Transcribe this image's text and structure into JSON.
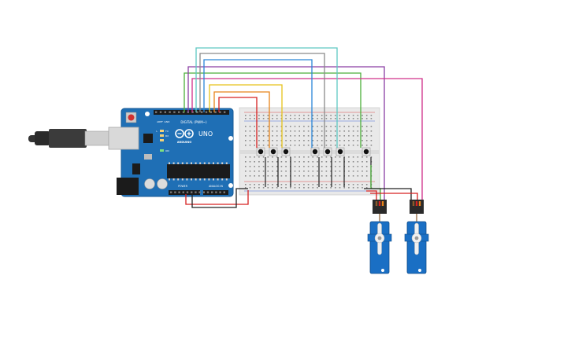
{
  "board": {
    "logo_text": "ARDUINO",
    "model": "UNO",
    "digital_header": "DIGITAL (PWM~)",
    "analog_header": "ANALOG IN",
    "power_header": "POWER",
    "aref": "AREF",
    "gnd": "GND",
    "tx": "TX",
    "rx": "RX",
    "led_l": "L",
    "on": "ON"
  },
  "colors": {
    "board": "#1f6fb5",
    "wire_red": "#d62020",
    "wire_black": "#222222",
    "wire_orange": "#e8841a",
    "wire_yellow": "#e6c21a",
    "wire_green": "#4caf3a",
    "wire_teal": "#5ec8c2",
    "wire_grey": "#8a8a8a",
    "wire_blue": "#2a86d8",
    "wire_purple": "#8a3fa5",
    "wire_magenta": "#d0308a",
    "servo": "#1a6fc4"
  },
  "components": {
    "pushbuttons": 7,
    "servos": 2
  }
}
